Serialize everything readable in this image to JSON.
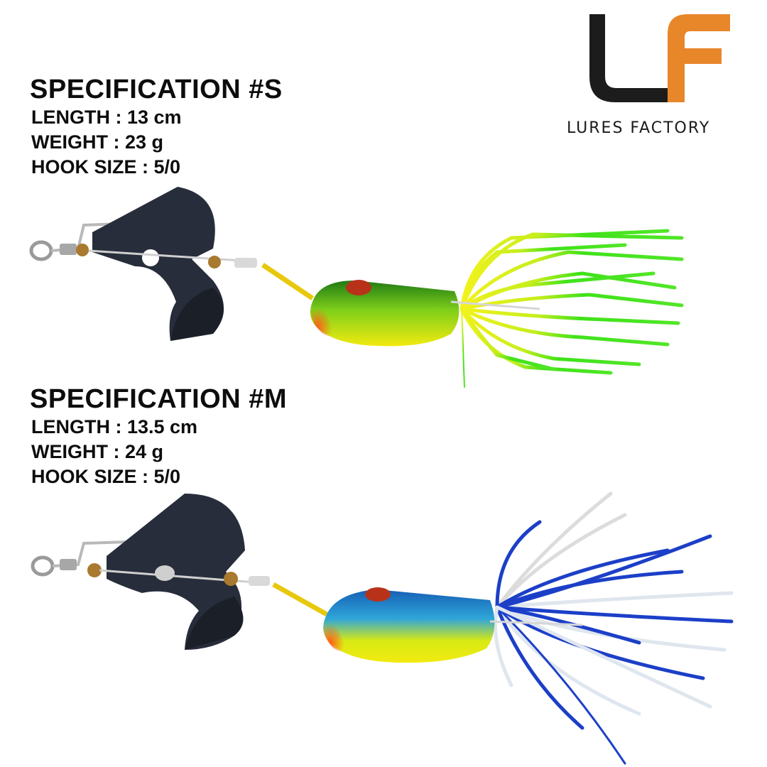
{
  "brand": {
    "name": "LURES FACTORY",
    "mark": "LF",
    "colors": {
      "dark": "#1c1c1c",
      "accent": "#e8862a"
    }
  },
  "specs": [
    {
      "title": "SPECIFICATION #S",
      "length": "LENGTH : 13 cm",
      "weight": "WEIGHT : 23 g",
      "hook": "HOOK SIZE : 5/0",
      "lure": {
        "head_color": "#2f9b1e",
        "belly_color": "#f2ea10",
        "skirt_colors": [
          "#f4f21c",
          "#3fe21a"
        ]
      }
    },
    {
      "title": "SPECIFICATION #M",
      "length": "LENGTH : 13.5 cm",
      "weight": "WEIGHT : 24 g",
      "hook": "HOOK SIZE : 5/0",
      "lure": {
        "head_color": "#1a72c9",
        "belly_color": "#f2ea10",
        "skirt_colors": [
          "#1c3fc8",
          "#e8eef4"
        ]
      }
    }
  ]
}
